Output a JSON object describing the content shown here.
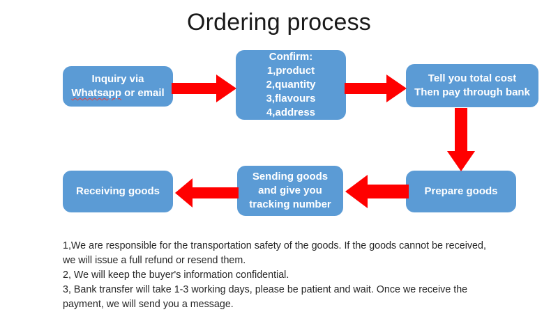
{
  "page": {
    "title": "Ordering process",
    "background_color": "#ffffff"
  },
  "colors": {
    "node_fill": "#5B9BD5",
    "node_text": "#ffffff",
    "arrow": "#FF0000",
    "title_text": "#1a1a1a",
    "notes_text": "#262626",
    "spellcheck_underline": "#E8413C"
  },
  "flow": {
    "nodes": [
      {
        "id": "inquiry",
        "name": "inquiry-node",
        "lines": [
          "Inquiry via",
          "Whatsapp or email"
        ],
        "misspelled_word": "Whatsapp",
        "line1": "Inquiry via",
        "line2_prefix": "Whatsapp",
        "line2_suffix": " or email"
      },
      {
        "id": "confirm",
        "name": "confirm-node",
        "line1": "Confirm:",
        "line2": "1,product",
        "line3": "2,quantity",
        "line4": "3,flavours",
        "line5": "4,address"
      },
      {
        "id": "cost",
        "name": "total-cost-node",
        "line1": "Tell you total cost",
        "line2": "Then pay through bank"
      },
      {
        "id": "prepare",
        "name": "prepare-goods-node",
        "line1": "Prepare goods"
      },
      {
        "id": "sending",
        "name": "sending-goods-node",
        "line1": "Sending goods",
        "line2": "and give you",
        "line3": "tracking number"
      },
      {
        "id": "receive",
        "name": "receiving-goods-node",
        "line1": "Receiving goods"
      }
    ],
    "arrows": [
      {
        "id": "arrow-1",
        "from": "inquiry",
        "to": "confirm",
        "direction": "right"
      },
      {
        "id": "arrow-2",
        "from": "confirm",
        "to": "cost",
        "direction": "right"
      },
      {
        "id": "arrow-3",
        "from": "cost",
        "to": "prepare",
        "direction": "down"
      },
      {
        "id": "arrow-4",
        "from": "prepare",
        "to": "sending",
        "direction": "left"
      },
      {
        "id": "arrow-5",
        "from": "sending",
        "to": "receive",
        "direction": "left"
      }
    ]
  },
  "notes": {
    "note1_line1": "1,We are responsible for the transportation safety of the goods. If the goods cannot be received,",
    "note1_line2": "we will issue a full refund or resend them.",
    "note2": "2, We will keep the buyer's information confidential.",
    "note3_line1": "3, Bank transfer will take 1-3 working days, please be patient and wait. Once we receive the",
    "note3_line2": "payment, we will send you a message."
  }
}
